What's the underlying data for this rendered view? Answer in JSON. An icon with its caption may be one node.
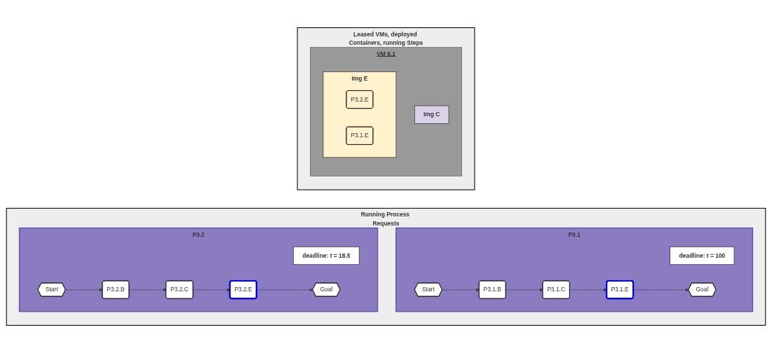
{
  "diagram": {
    "nodes": [
      {
        "text": [
          "Running Process Requests"
        ]
      },
      {
        "text": [
          "P3.1"
        ],
        "in": 0
      },
      {
        "text": [
          "deadline: t = 100"
        ],
        "in": 1
      },
      {
        "text": [
          "Start"
        ],
        "in": 1
      },
      {
        "text": [
          "P3.1.B"
        ],
        "in": 1
      },
      {
        "text": [
          "P3.1.C"
        ],
        "in": 1
      },
      {
        "text": [
          "P3.1.E"
        ],
        "in": 1
      },
      {
        "text": [
          "Goal"
        ],
        "in": 1
      },
      {
        "text": [
          "P3.2"
        ],
        "in": 0
      },
      {
        "text": [
          "deadline: t = 18.5"
        ],
        "in": 8
      },
      {
        "text": [
          "Start"
        ],
        "in": 8
      },
      {
        "text": [
          "P3.2.B"
        ],
        "in": 8
      },
      {
        "text": [
          "P3.2.C"
        ],
        "in": 8
      },
      {
        "text": [
          "P3.2.E"
        ],
        "in": 8
      },
      {
        "text": [
          "Goal"
        ],
        "in": 8
      },
      {
        "text": [
          "Leased VMs, deployed Containers, running Steps"
        ]
      },
      {
        "text": [
          "VM 6.1"
        ],
        "in": 15
      },
      {
        "text": [
          "Img C"
        ],
        "in": 16
      },
      {
        "text": [
          "Img E"
        ],
        "in": 16
      },
      {
        "text": [
          "P3.2.E"
        ],
        "in": 18
      },
      {
        "text": [
          "P3.1.E"
        ],
        "in": 18
      }
    ],
    "edges": [
      {
        "from": 3,
        "to": 4,
        "arrow": "to"
      },
      {
        "from": 4,
        "to": 5,
        "arrow": "to"
      },
      {
        "from": 5,
        "to": 6,
        "arrow": "to"
      },
      {
        "from": 6,
        "to": 7,
        "arrow": "to"
      },
      {
        "from": 10,
        "to": 11,
        "arrow": "to"
      },
      {
        "from": 11,
        "to": 12,
        "arrow": "to"
      },
      {
        "from": 12,
        "to": 13,
        "arrow": "to"
      },
      {
        "from": 13,
        "to": 14,
        "arrow": "to"
      }
    ]
  }
}
